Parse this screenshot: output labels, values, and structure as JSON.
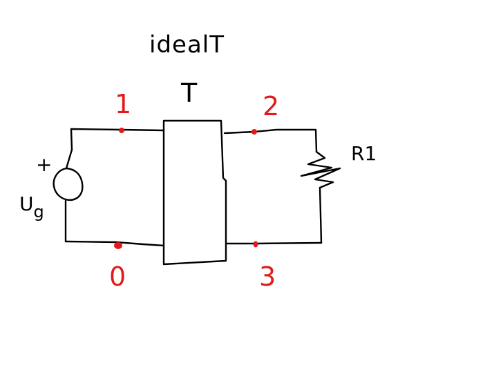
{
  "title": "idealT",
  "transformer": {
    "label": "T"
  },
  "nodes": [
    {
      "id": "1",
      "label": "1"
    },
    {
      "id": "2",
      "label": "2"
    },
    {
      "id": "0",
      "label": "0"
    },
    {
      "id": "3",
      "label": "3"
    }
  ],
  "source": {
    "polarity": "+",
    "label_main": "U",
    "label_sub": "g"
  },
  "resistor": {
    "label": "R1"
  },
  "colors": {
    "wire": "#000000",
    "node": "#e21a1a",
    "background": "#ffffff"
  }
}
